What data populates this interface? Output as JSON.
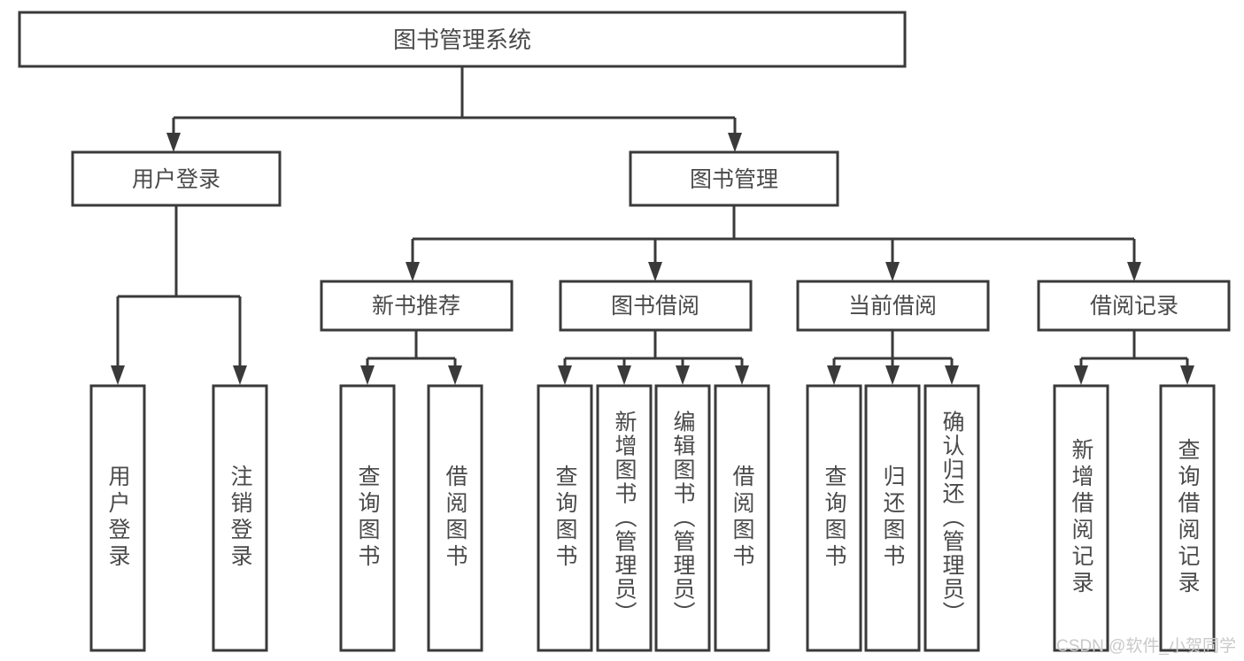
{
  "diagram": {
    "type": "tree-hierarchy",
    "title_node": "图书管理系统",
    "watermark": "CSDN @软件_小贺同学",
    "colors": {
      "stroke": "#3a3a3a",
      "box_fill": "#ffffff",
      "text": "#4a4a4a",
      "background": "#ffffff",
      "watermark": "#c9c9c9"
    },
    "root": {
      "label": "图书管理系统"
    },
    "level2": [
      {
        "label": "用户登录"
      },
      {
        "label": "图书管理"
      }
    ],
    "level3": [
      {
        "label": "新书推荐"
      },
      {
        "label": "图书借阅"
      },
      {
        "label": "当前借阅"
      },
      {
        "label": "借阅记录"
      }
    ],
    "leaves": {
      "user_login": [
        {
          "label": "用户登录"
        },
        {
          "label": "注销登录"
        }
      ],
      "new_book_recommend": [
        {
          "label": "查询图书"
        },
        {
          "label": "借阅图书"
        }
      ],
      "book_borrow": [
        {
          "label": "查询图书"
        },
        {
          "label": "新增图书（管理员）"
        },
        {
          "label": "编辑图书（管理员）"
        },
        {
          "label": "借阅图书"
        }
      ],
      "current_borrow": [
        {
          "label": "查询图书"
        },
        {
          "label": "归还图书"
        },
        {
          "label": "确认归还（管理员）"
        }
      ],
      "borrow_record": [
        {
          "label": "新增借阅记录"
        },
        {
          "label": "查询借阅记录"
        }
      ]
    }
  }
}
